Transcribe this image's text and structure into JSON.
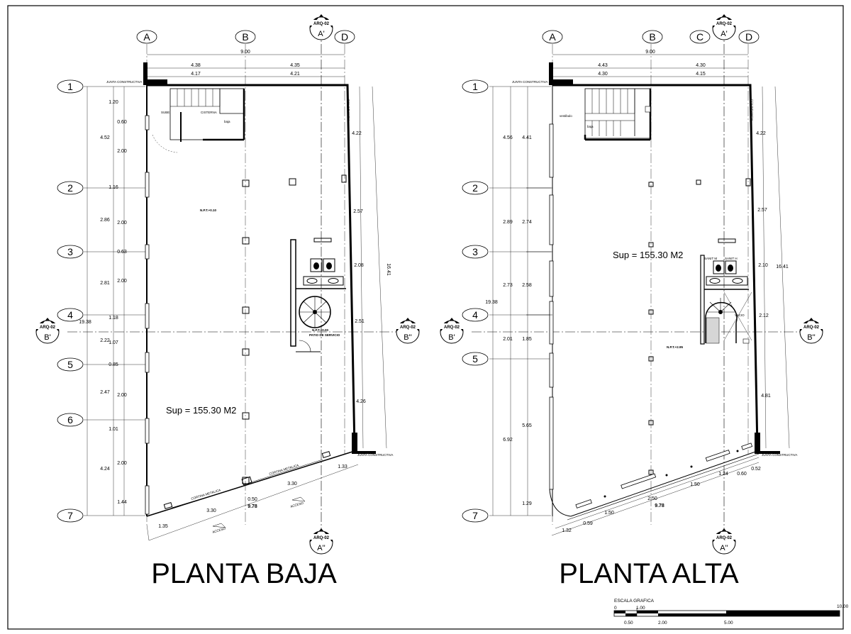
{
  "plans": [
    {
      "title": "PLANTA BAJA",
      "area": "Sup = 155.30 M2",
      "level": "N.P.T.+0.10",
      "level2": "N.P.T.+0.00",
      "patio": "PATIO DE SERVICIO",
      "acceso1": "ACCESO",
      "acceso2": "ACCESO",
      "cortina1": "CORTINA METALICA",
      "cortina2": "CORTINA METALICA",
      "junta_top": "JUNTA CONSTRUCTIVA",
      "junta_bottom": "JUNTA CONSTRUCTIVA",
      "colindancia": "COLINDANCIA",
      "sube": "SUBE",
      "cisterna": "CISTERNA",
      "baja": "baja",
      "dims_top": [
        "9.00",
        "4.38",
        "4.35",
        "4.17",
        "4.21"
      ],
      "dims_left_outer": [
        "4.52",
        "2.86",
        "2.81",
        "2.22",
        "2.47",
        "4.24"
      ],
      "dims_left_inner": [
        "1.20",
        "0.60",
        "2.00",
        "1.16",
        "2.00",
        "0.63",
        "2.00",
        "1.18",
        "1.07",
        "0.85",
        "2.00",
        "1.01",
        "2.00",
        "1.44"
      ],
      "dims_total": "19.38",
      "dims_right": [
        "4.22",
        "2.57",
        "2.08",
        "2.51",
        "4.26"
      ],
      "dims_right_total": "16.41",
      "dims_bottom": [
        "1.35",
        "3.30",
        "0.50",
        "9.78",
        "3.30",
        "1.33"
      ]
    },
    {
      "title": "PLANTA ALTA",
      "area": "Sup = 155.30 M2",
      "level": "N.P.T.+2.95",
      "vestibulo": "vestibulo",
      "baja": "baja",
      "sanit_m": "SANIT M",
      "sanit_h": "SANIT H",
      "vacio": "VACIO",
      "junta_top": "JUNTA CONSTRUCTIVA",
      "junta_bottom": "JUNTA CONSTRUCTIVA",
      "colindancia": "COLINDANCIA",
      "dims_top": [
        "9.00",
        "4.43",
        "4.30",
        "4.30",
        "4.15"
      ],
      "dims_left_outer": [
        "4.56",
        "2.89",
        "2.73",
        "2.01",
        "6.92"
      ],
      "dims_left_inner": [
        "4.41",
        "2.74",
        "2.58",
        "1.85",
        "5.65",
        "1.29"
      ],
      "dims_total": "19.38",
      "dims_right": [
        "4.22",
        "2.57",
        "2.10",
        "2.12",
        "4.81"
      ],
      "dims_right_total": "16.41",
      "dims_bottom": [
        "1.32",
        "0.59",
        "1.50",
        "2.50",
        "9.78",
        "1.50",
        "1.24",
        "0.60",
        "0.52"
      ]
    }
  ],
  "grid_cols_baja": [
    "A",
    "B",
    "D"
  ],
  "grid_cols_alta": [
    "A",
    "B",
    "C",
    "D"
  ],
  "grid_rows_baja": [
    "1",
    "2",
    "3",
    "4",
    "5",
    "6",
    "7"
  ],
  "grid_rows_alta": [
    "1",
    "2",
    "3",
    "4",
    "5",
    "7"
  ],
  "section_tag": "ARQ-02",
  "section_marks": [
    "A'",
    "A''",
    "B'",
    "B''"
  ],
  "scale": {
    "label": "ESCALA GRAFICA",
    "ticks_top": [
      "0",
      "1.00",
      "10.00"
    ],
    "ticks_bottom": [
      "0.50",
      "2.00",
      "5.00"
    ]
  }
}
